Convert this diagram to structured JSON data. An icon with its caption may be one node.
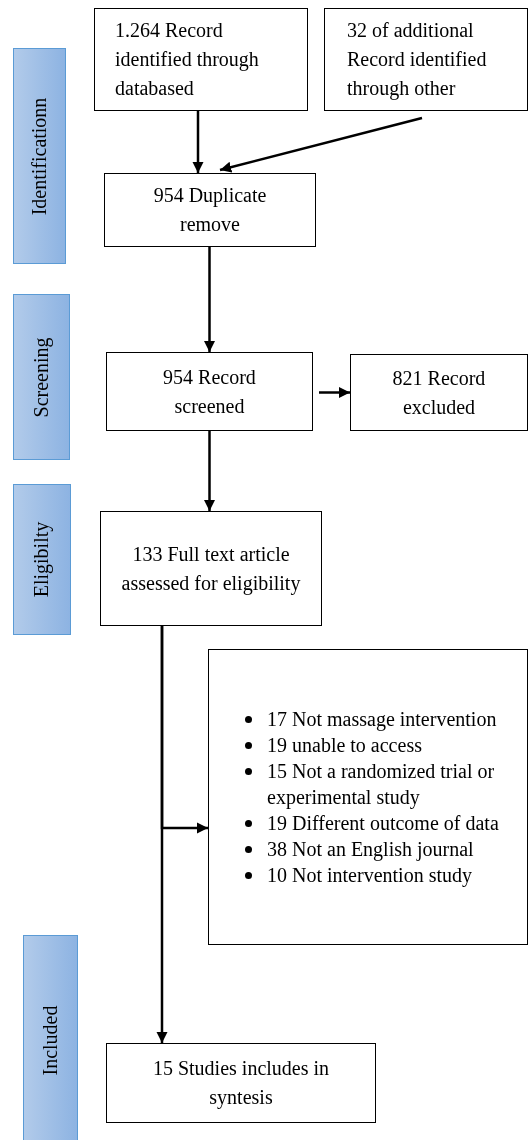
{
  "diagram": {
    "nodes": [
      {
        "text": [
          "1.264 Record identified through databased"
        ]
      },
      {
        "text": [
          "32 of additional Record identified through other"
        ]
      },
      {
        "text": [
          "954 Duplicate remove"
        ]
      },
      {
        "text": [
          "954 Record screened"
        ]
      },
      {
        "text": [
          "821 Record excluded"
        ]
      },
      {
        "text": [
          "133 Full text article assessed for eligibility"
        ]
      },
      {
        "text": [
          "17 Not massage intervention",
          "19 unable to access",
          "15 Not a randomized trial or experimental study",
          "19 Different outcome of data",
          "38 Not an English journal",
          "10 Not intervention study"
        ]
      },
      {
        "text": [
          "15 Studies includes in syntesis"
        ]
      },
      {
        "text": [
          "Identificationn"
        ]
      },
      {
        "text": [
          "Screening"
        ]
      },
      {
        "text": [
          "Eligibilty"
        ]
      },
      {
        "text": [
          "Included"
        ]
      }
    ],
    "edges": [
      {
        "from": 0,
        "to": 2,
        "arrow": "to"
      },
      {
        "from": 1,
        "to": 2,
        "arrow": "to"
      },
      {
        "from": 2,
        "to": 3,
        "arrow": "to"
      },
      {
        "from": 3,
        "to": 4,
        "arrow": "to"
      },
      {
        "from": 3,
        "to": 5,
        "arrow": "to"
      },
      {
        "from": 5,
        "to": 7,
        "arrow": "to"
      },
      {
        "from": 5,
        "to": 6,
        "arrow": "to"
      }
    ]
  }
}
